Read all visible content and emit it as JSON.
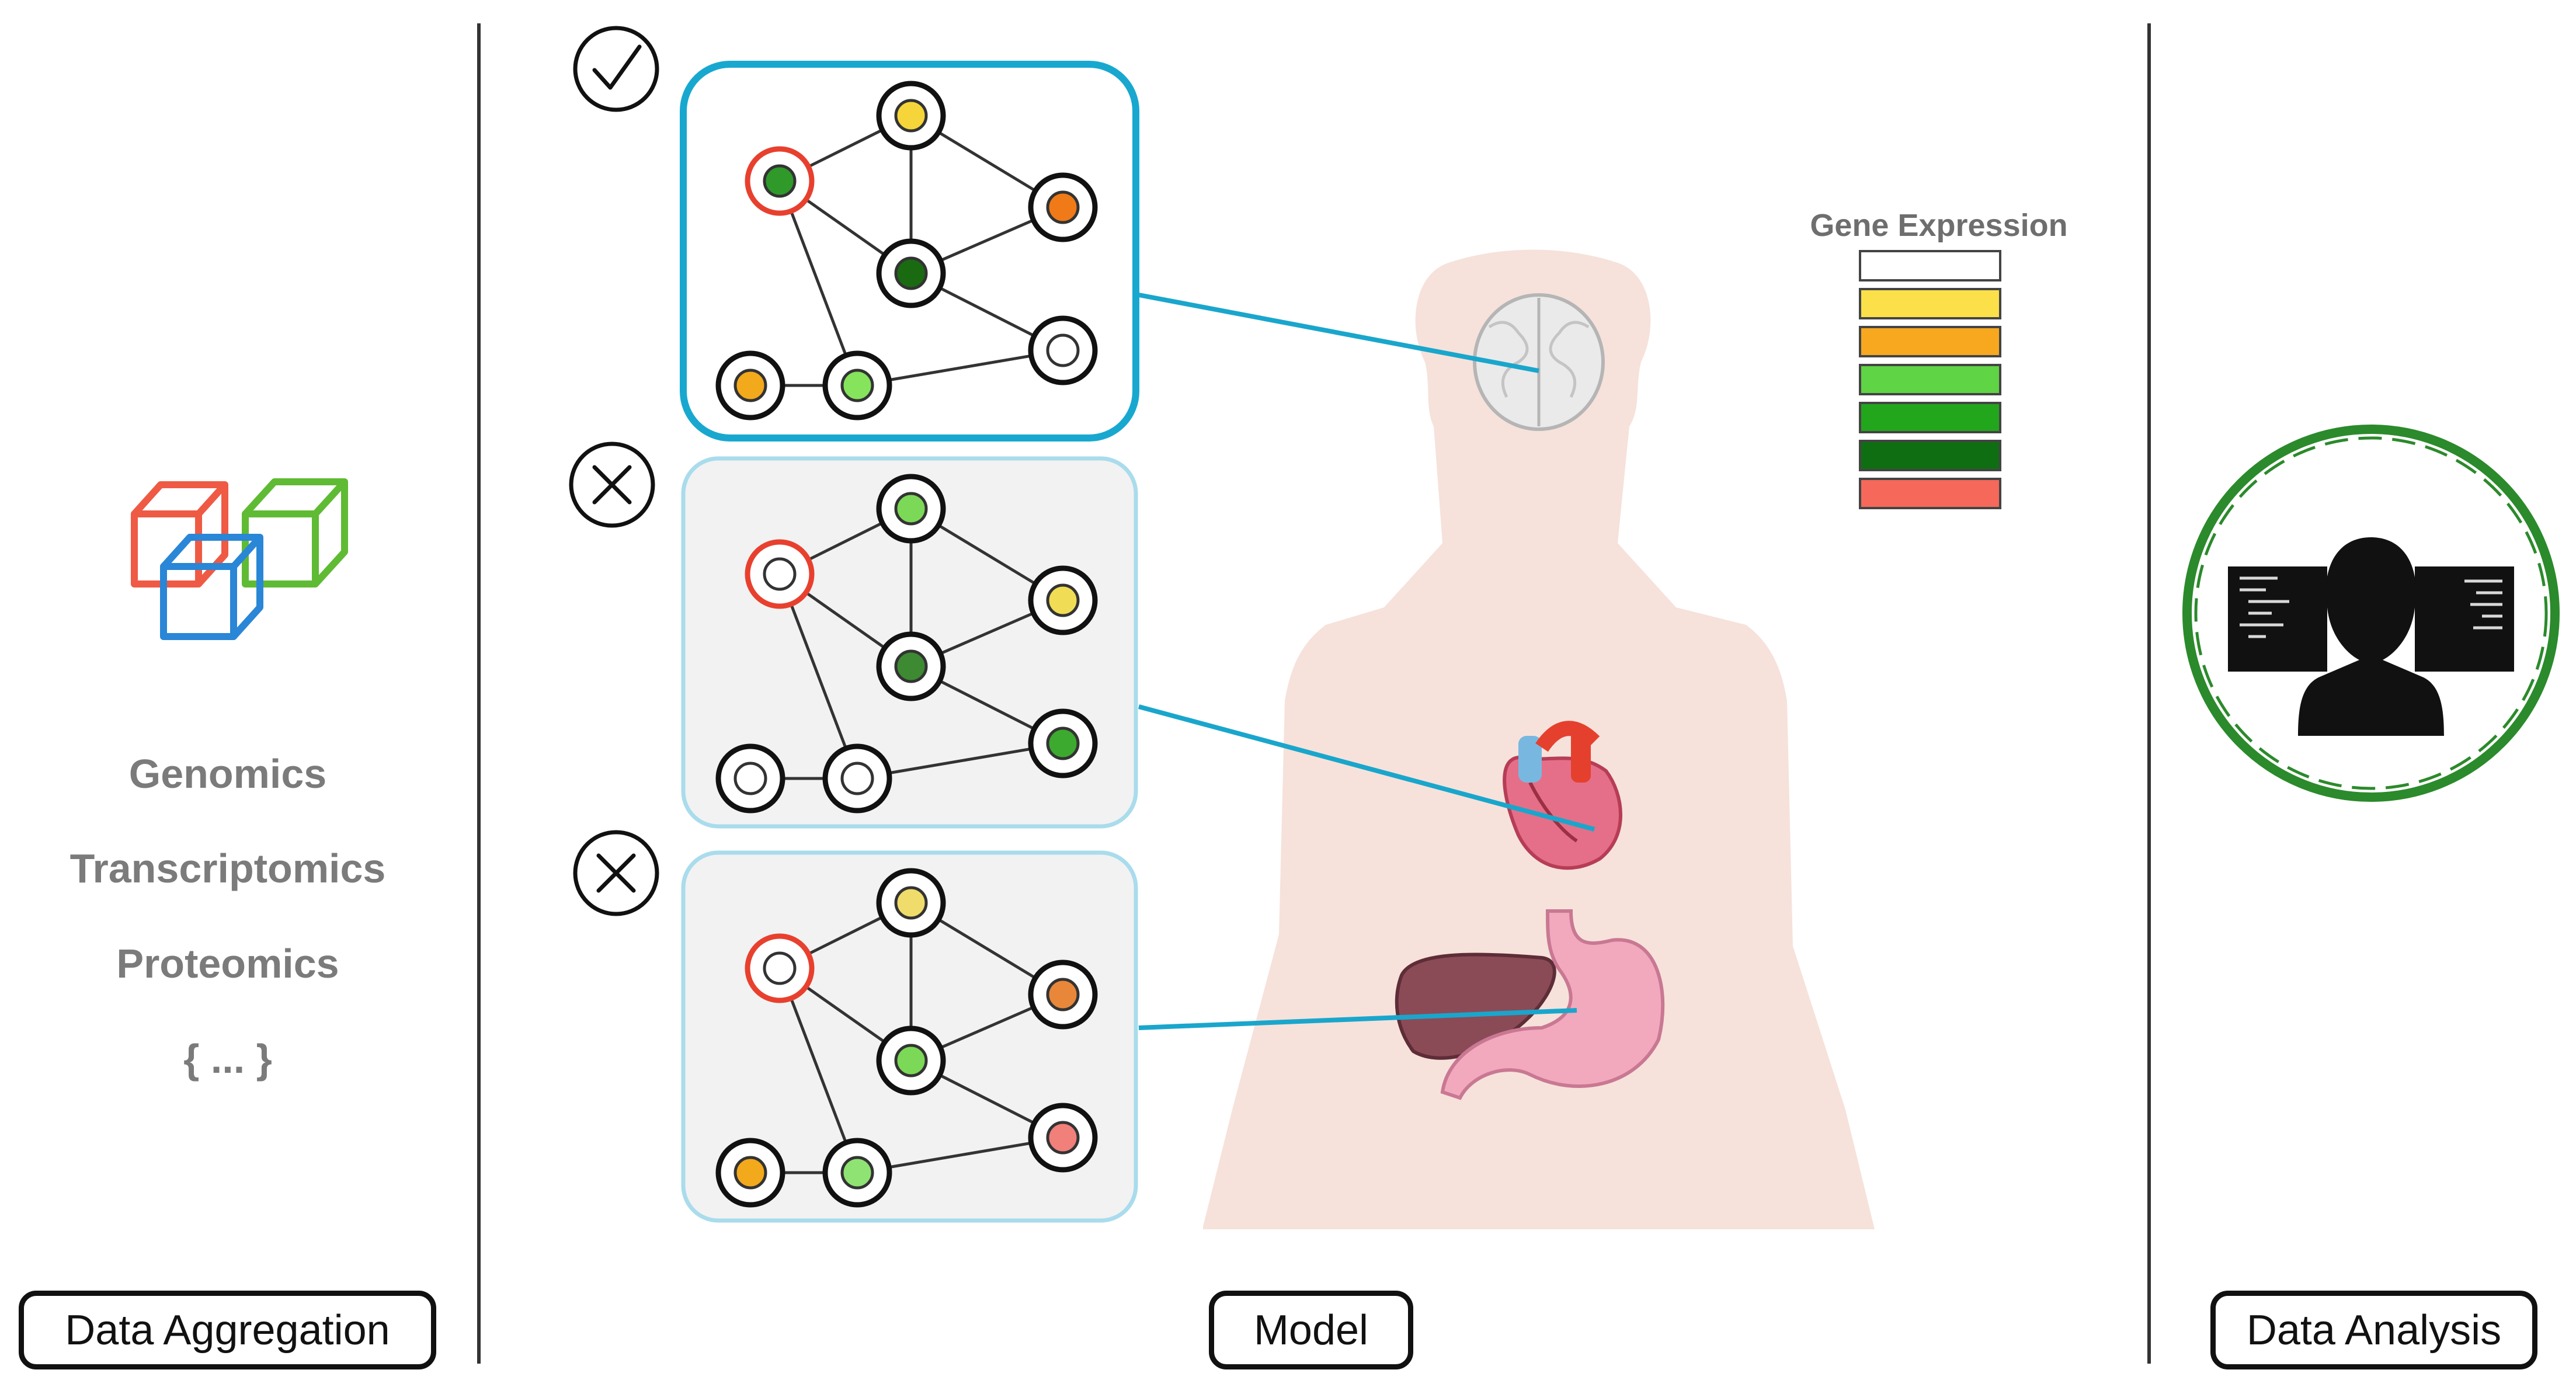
{
  "omics": {
    "genomics": "Genomics",
    "transcriptomics": "Transcriptomics",
    "proteomics": "Proteomics",
    "more": "{ ... }"
  },
  "stages": {
    "aggregation": "Data Aggregation",
    "model": "Model",
    "analysis": "Data Analysis"
  },
  "legend": {
    "title": "Gene Expression",
    "swatches": [
      "#ffffff",
      "#fbe04a",
      "#f7a81f",
      "#5fd444",
      "#22a61c",
      "#0f6e12",
      "#f5685a"
    ]
  },
  "networks": [
    {
      "status": "check-icon",
      "highlighted": true,
      "node_colors": [
        "#2f9a2a",
        "#f5d53a",
        "#f07a18",
        "#1a6a12",
        "#ffffff",
        "#f3a91c",
        "#86e35c"
      ]
    },
    {
      "status": "cross-icon",
      "highlighted": false,
      "node_colors": [
        "#ffffff",
        "#7cd957",
        "#f0dd55",
        "#3d8a33",
        "#3caa2e",
        "#ffffff",
        "#ffffff"
      ]
    },
    {
      "status": "cross-icon",
      "highlighted": false,
      "node_colors": [
        "#ffffff",
        "#f0dc6a",
        "#e8873a",
        "#7cd957",
        "#f17f7a",
        "#f3a91c",
        "#8fe372"
      ]
    }
  ],
  "colors": {
    "connector": "#1aa6cc",
    "highlight_border": "#18a8cf",
    "faded_border": "#a9dcec",
    "selected_node_ring": "#e8402e",
    "body": "#f6e2db",
    "analysis_ring": "#2b8a2b"
  }
}
